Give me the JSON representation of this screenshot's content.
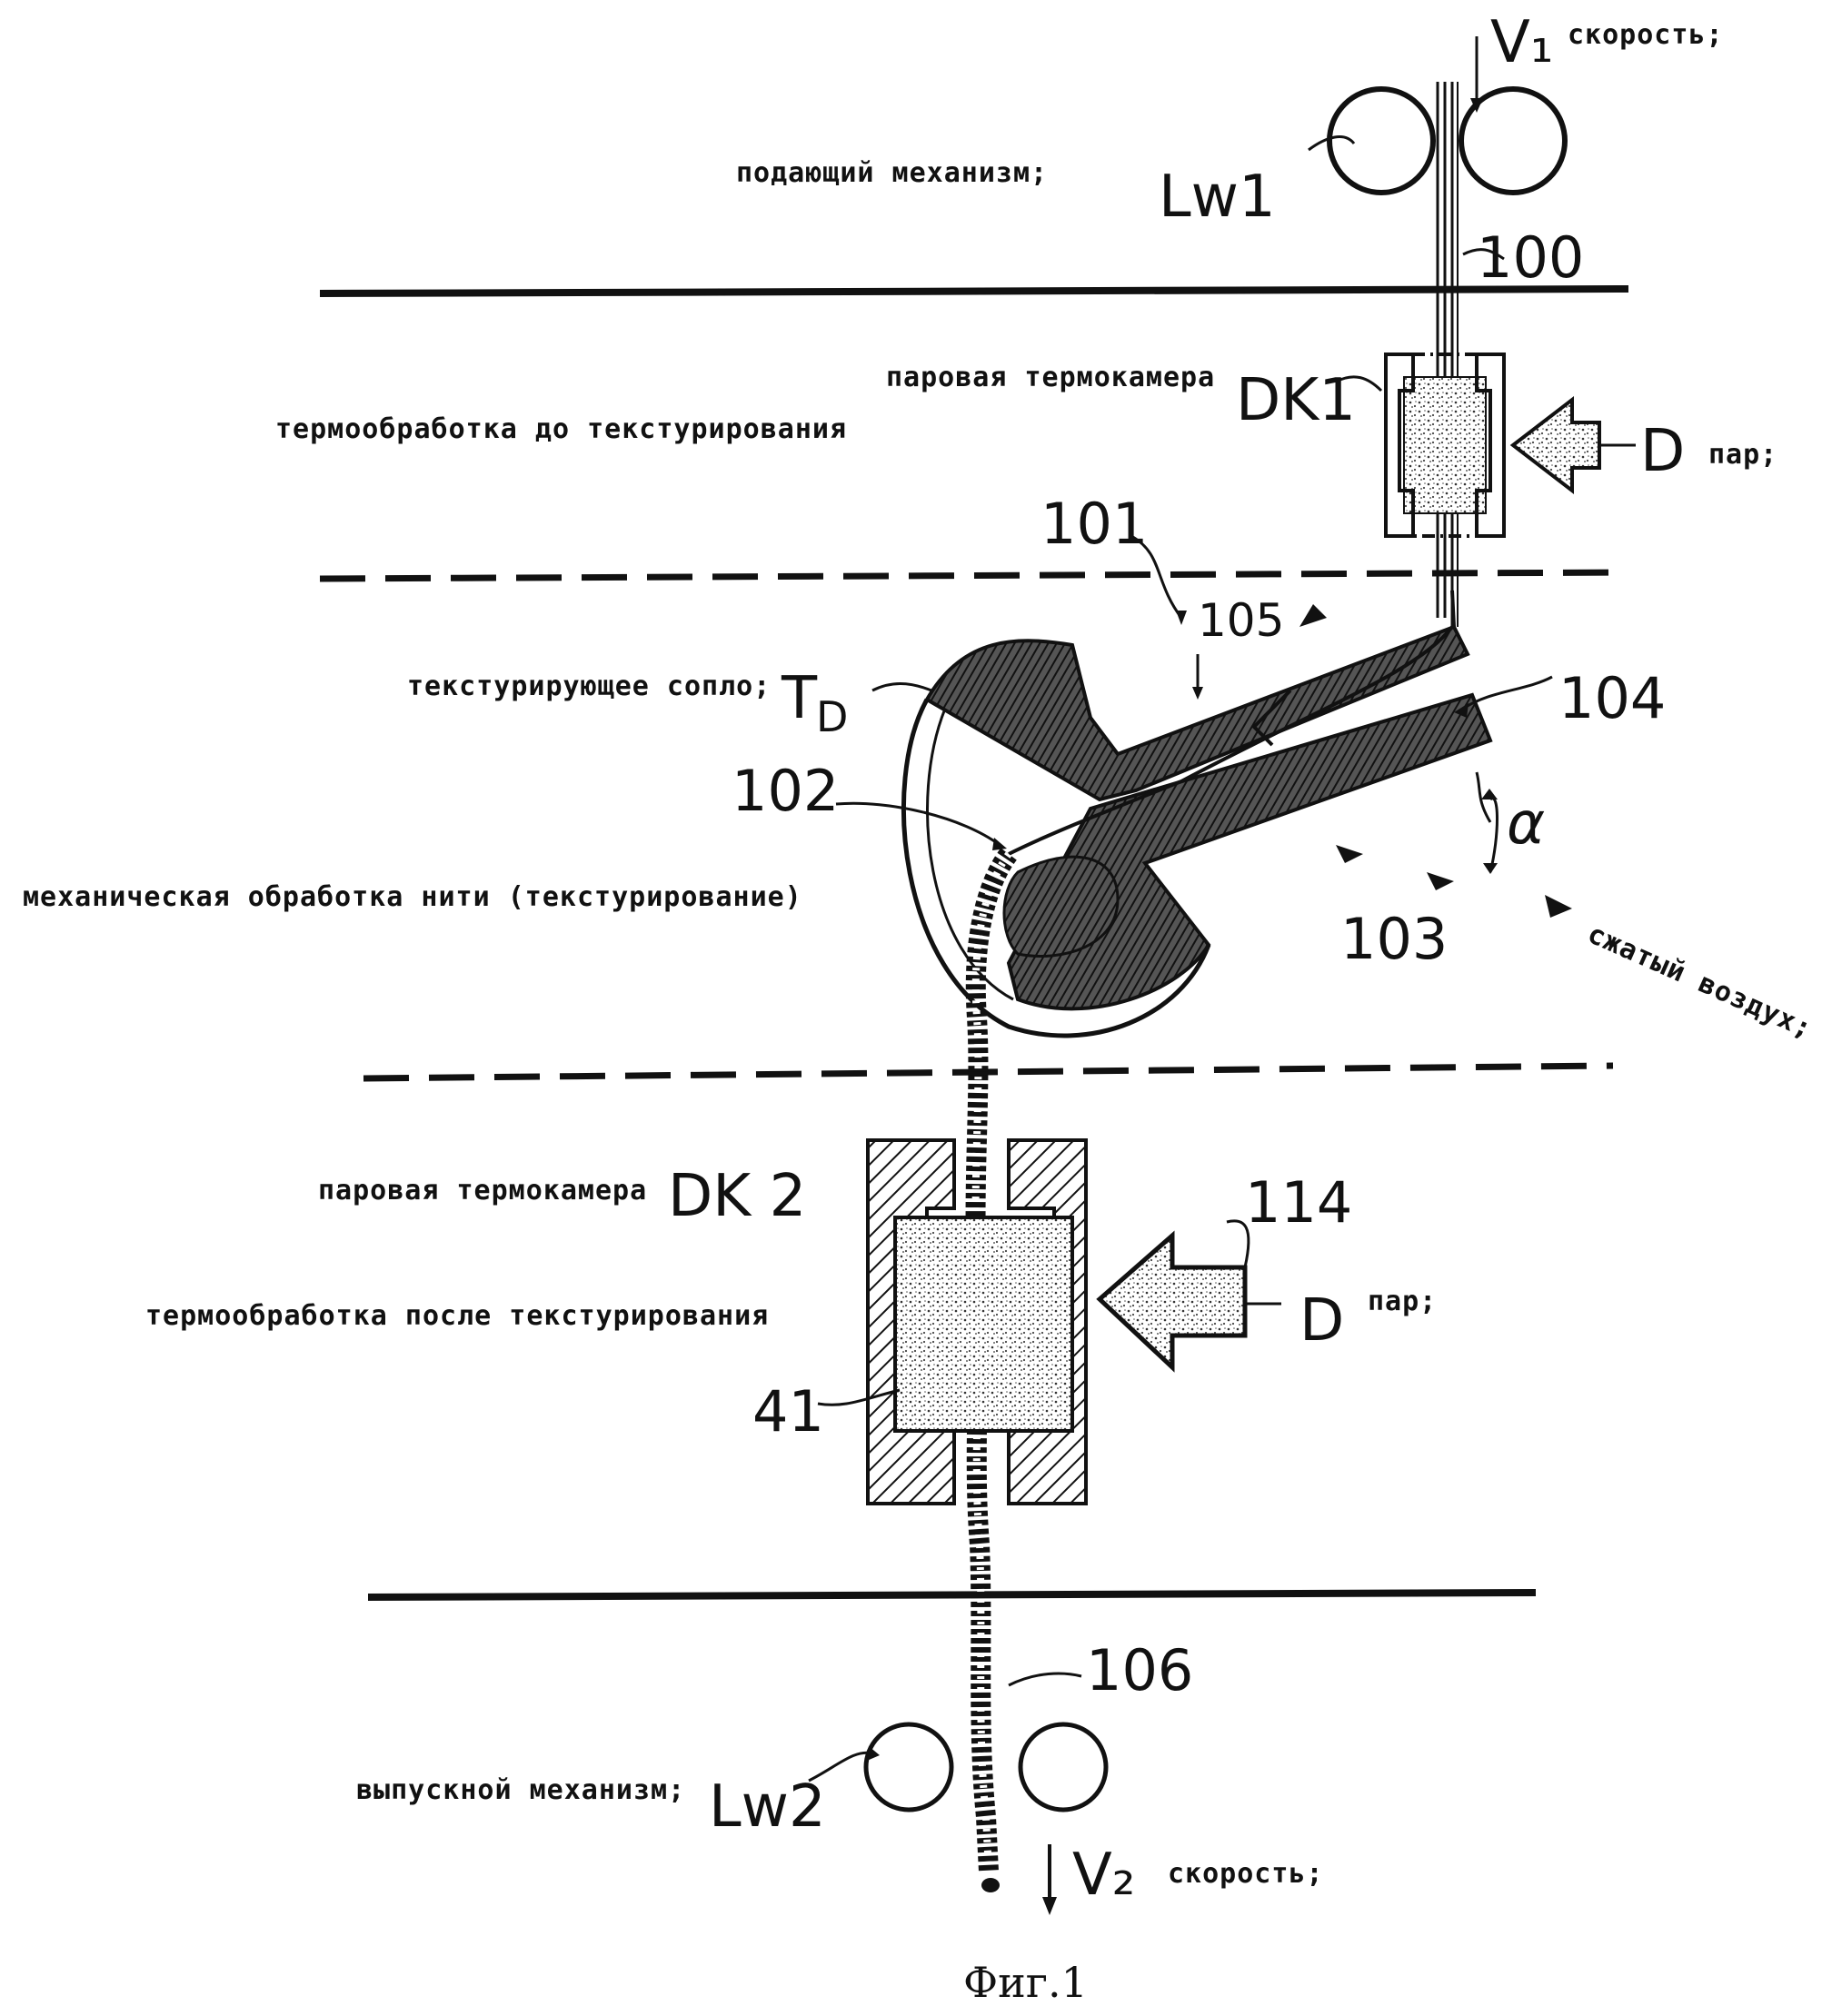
{
  "labels": {
    "v1": "V₁",
    "v1_word": "скорость;",
    "feed": "подающий механизм;",
    "lw1": "Lw1",
    "n100": "100",
    "steam_chamber_1": "паровая термокамера",
    "dk1": "DK1",
    "pre_heat": "термообработка до текстурирования",
    "d1": "D",
    "d1_word": "пар;",
    "n101": "101",
    "n105": "105",
    "nozzle": "текстурирующее сопло;",
    "td": "T",
    "td_sub": "D",
    "n104": "104",
    "n102": "102",
    "alpha": "α",
    "mech": "механическая обработка нити (текстурирование)",
    "n103": "103",
    "air": "сжатый воздух;",
    "steam_chamber_2": "паровая термокамера",
    "dk2": "DK 2",
    "n114": "114",
    "post_heat": "термообработка после текстурирования",
    "d2": "D",
    "d2_word": "пар;",
    "n41": "41",
    "n106": "106",
    "output": "выпускной механизм;",
    "lw2": "Lw2",
    "v2": "V₂",
    "v2_word": "скорость;",
    "caption": "Фиг.1"
  }
}
